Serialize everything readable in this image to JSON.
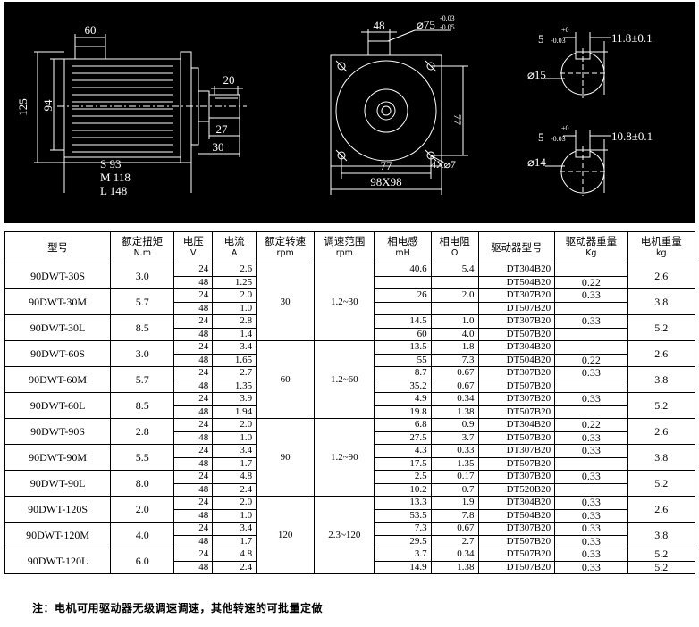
{
  "drawing": {
    "side_view": {
      "dim_flange_width": "60",
      "dim_outer_height": "125",
      "dim_body_height": "94",
      "dim_shaft_key": "20",
      "dim_shaft_length": "27",
      "dim_shaft_total": "30",
      "length_s": "S 93",
      "length_m": "M 118",
      "length_l": "L 148"
    },
    "front_view": {
      "dim_top": "48",
      "dim_spigot": "⌀75",
      "dim_spigot_tol_upper": "-0.03",
      "dim_spigot_tol_lower": "-0.05",
      "dim_hole_spacing_v": "77",
      "dim_hole_spacing_h": "77",
      "dim_holes": "4X⌀7",
      "dim_square": "98X98"
    },
    "shaft_15": {
      "key_width": "5",
      "key_tol_upper": "+0",
      "key_tol_lower": "-0.03",
      "key_height": "11.8±0.1",
      "diameter": "⌀15"
    },
    "shaft_14": {
      "key_width": "5",
      "key_tol_upper": "+0",
      "key_tol_lower": "-0.03",
      "key_height": "10.8±0.1",
      "diameter": "⌀14"
    }
  },
  "table": {
    "headers": [
      {
        "l1": "型号",
        "l2": ""
      },
      {
        "l1": "额定扭矩",
        "l2": "N.m"
      },
      {
        "l1": "电压",
        "l2": "V"
      },
      {
        "l1": "电流",
        "l2": "A"
      },
      {
        "l1": "额定转速",
        "l2": "rpm"
      },
      {
        "l1": "调速范围",
        "l2": "rpm"
      },
      {
        "l1": "相电感",
        "l2": "mH"
      },
      {
        "l1": "相电阻",
        "l2": "Ω"
      },
      {
        "l1": "驱动器型号",
        "l2": ""
      },
      {
        "l1": "驱动器重量",
        "l2": "Kg"
      },
      {
        "l1": "电机重量",
        "l2": "kg"
      }
    ],
    "groups": [
      {
        "speed": "30",
        "range": "1.2~30",
        "models": [
          {
            "model": "90DWT-30S",
            "torque": "3.0",
            "weight": "2.6",
            "rows": [
              {
                "voltage": "24",
                "current": "2.6",
                "inductance": "40.6",
                "resistance": "5.4",
                "driver": "DT304B20",
                "driver_weight": ""
              },
              {
                "voltage": "48",
                "current": "1.25",
                "inductance": "",
                "resistance": "",
                "driver": "DT504B20",
                "driver_weight": "0.22"
              }
            ]
          },
          {
            "model": "90DWT-30M",
            "torque": "5.7",
            "weight": "3.8",
            "rows": [
              {
                "voltage": "24",
                "current": "2.0",
                "inductance": "26",
                "resistance": "2.0",
                "driver": "DT307B20",
                "driver_weight": "0.33"
              },
              {
                "voltage": "48",
                "current": "1.0",
                "inductance": "",
                "resistance": "",
                "driver": "DT507B20",
                "driver_weight": ""
              }
            ]
          },
          {
            "model": "90DWT-30L",
            "torque": "8.5",
            "weight": "5.2",
            "rows": [
              {
                "voltage": "24",
                "current": "2.8",
                "inductance": "14.5",
                "resistance": "1.0",
                "driver": "DT307B20",
                "driver_weight": "0.33"
              },
              {
                "voltage": "48",
                "current": "1.4",
                "inductance": "60",
                "resistance": "4.0",
                "driver": "DT507B20",
                "driver_weight": ""
              }
            ]
          }
        ]
      },
      {
        "speed": "60",
        "range": "1.2~60",
        "models": [
          {
            "model": "90DWT-60S",
            "torque": "3.0",
            "weight": "2.6",
            "rows": [
              {
                "voltage": "24",
                "current": "3.4",
                "inductance": "13.5",
                "resistance": "1.8",
                "driver": "DT304B20",
                "driver_weight": ""
              },
              {
                "voltage": "48",
                "current": "1.65",
                "inductance": "55",
                "resistance": "7.3",
                "driver": "DT504B20",
                "driver_weight": "0.22"
              }
            ]
          },
          {
            "model": "90DWT-60M",
            "torque": "5.7",
            "weight": "3.8",
            "rows": [
              {
                "voltage": "24",
                "current": "2.7",
                "inductance": "8.7",
                "resistance": "0.67",
                "driver": "DT307B20",
                "driver_weight": "0.33"
              },
              {
                "voltage": "48",
                "current": "1.35",
                "inductance": "35.2",
                "resistance": "0.67",
                "driver": "DT507B20",
                "driver_weight": ""
              }
            ]
          },
          {
            "model": "90DWT-60L",
            "torque": "8.5",
            "weight": "5.2",
            "rows": [
              {
                "voltage": "24",
                "current": "3.9",
                "inductance": "4.9",
                "resistance": "0.34",
                "driver": "DT307B20",
                "driver_weight": "0.33"
              },
              {
                "voltage": "48",
                "current": "1.94",
                "inductance": "19.8",
                "resistance": "1.38",
                "driver": "DT507B20",
                "driver_weight": ""
              }
            ]
          }
        ]
      },
      {
        "speed": "90",
        "range": "1.2~90",
        "models": [
          {
            "model": "90DWT-90S",
            "torque": "2.8",
            "weight": "2.6",
            "rows": [
              {
                "voltage": "24",
                "current": "2.0",
                "inductance": "6.8",
                "resistance": "0.9",
                "driver": "DT304B20",
                "driver_weight": "0.22"
              },
              {
                "voltage": "48",
                "current": "1.0",
                "inductance": "27.5",
                "resistance": "3.7",
                "driver": "DT507B20",
                "driver_weight": "0.33"
              }
            ]
          },
          {
            "model": "90DWT-90M",
            "torque": "5.5",
            "weight": "3.8",
            "rows": [
              {
                "voltage": "24",
                "current": "3.4",
                "inductance": "4.3",
                "resistance": "0.33",
                "driver": "DT307B20",
                "driver_weight": "0.33"
              },
              {
                "voltage": "48",
                "current": "1.7",
                "inductance": "17.5",
                "resistance": "1.35",
                "driver": "DT507B20",
                "driver_weight": ""
              }
            ]
          },
          {
            "model": "90DWT-90L",
            "torque": "8.0",
            "weight": "5.2",
            "rows": [
              {
                "voltage": "24",
                "current": "4.8",
                "inductance": "2.5",
                "resistance": "0.17",
                "driver": "DT307B20",
                "driver_weight": "0.33"
              },
              {
                "voltage": "48",
                "current": "2.4",
                "inductance": "10.2",
                "resistance": "0.7",
                "driver": "DT520B20",
                "driver_weight": ""
              }
            ]
          }
        ]
      },
      {
        "speed": "120",
        "range": "2.3~120",
        "models": [
          {
            "model": "90DWT-120S",
            "torque": "2.0",
            "weight": "2.6",
            "rows": [
              {
                "voltage": "24",
                "current": "2.0",
                "inductance": "13.3",
                "resistance": "1.9",
                "driver": "DT304B20",
                "driver_weight": "0.33"
              },
              {
                "voltage": "48",
                "current": "1.0",
                "inductance": "53.5",
                "resistance": "7.8",
                "driver": "DT504B20",
                "driver_weight": "0.33"
              }
            ]
          },
          {
            "model": "90DWT-120M",
            "torque": "4.0",
            "weight": "3.8",
            "rows": [
              {
                "voltage": "24",
                "current": "3.4",
                "inductance": "7.3",
                "resistance": "0.67",
                "driver": "DT307B20",
                "driver_weight": "0.33"
              },
              {
                "voltage": "48",
                "current": "1.7",
                "inductance": "29.5",
                "resistance": "2.7",
                "driver": "DT507B20",
                "driver_weight": "0.33"
              }
            ]
          },
          {
            "model": "90DWT-120L",
            "torque": "6.0",
            "weight1": "5.2",
            "weight2": "5.2",
            "rows": [
              {
                "voltage": "24",
                "current": "4.8",
                "inductance": "3.7",
                "resistance": "0.34",
                "driver": "DT507B20",
                "driver_weight": "0.33"
              },
              {
                "voltage": "48",
                "current": "2.4",
                "inductance": "14.9",
                "resistance": "1.38",
                "driver": "DT507B20",
                "driver_weight": "0.33"
              }
            ]
          }
        ]
      }
    ]
  },
  "footnote": "注：电机可用驱动器无级调速调速，其他转速的可批量定做"
}
